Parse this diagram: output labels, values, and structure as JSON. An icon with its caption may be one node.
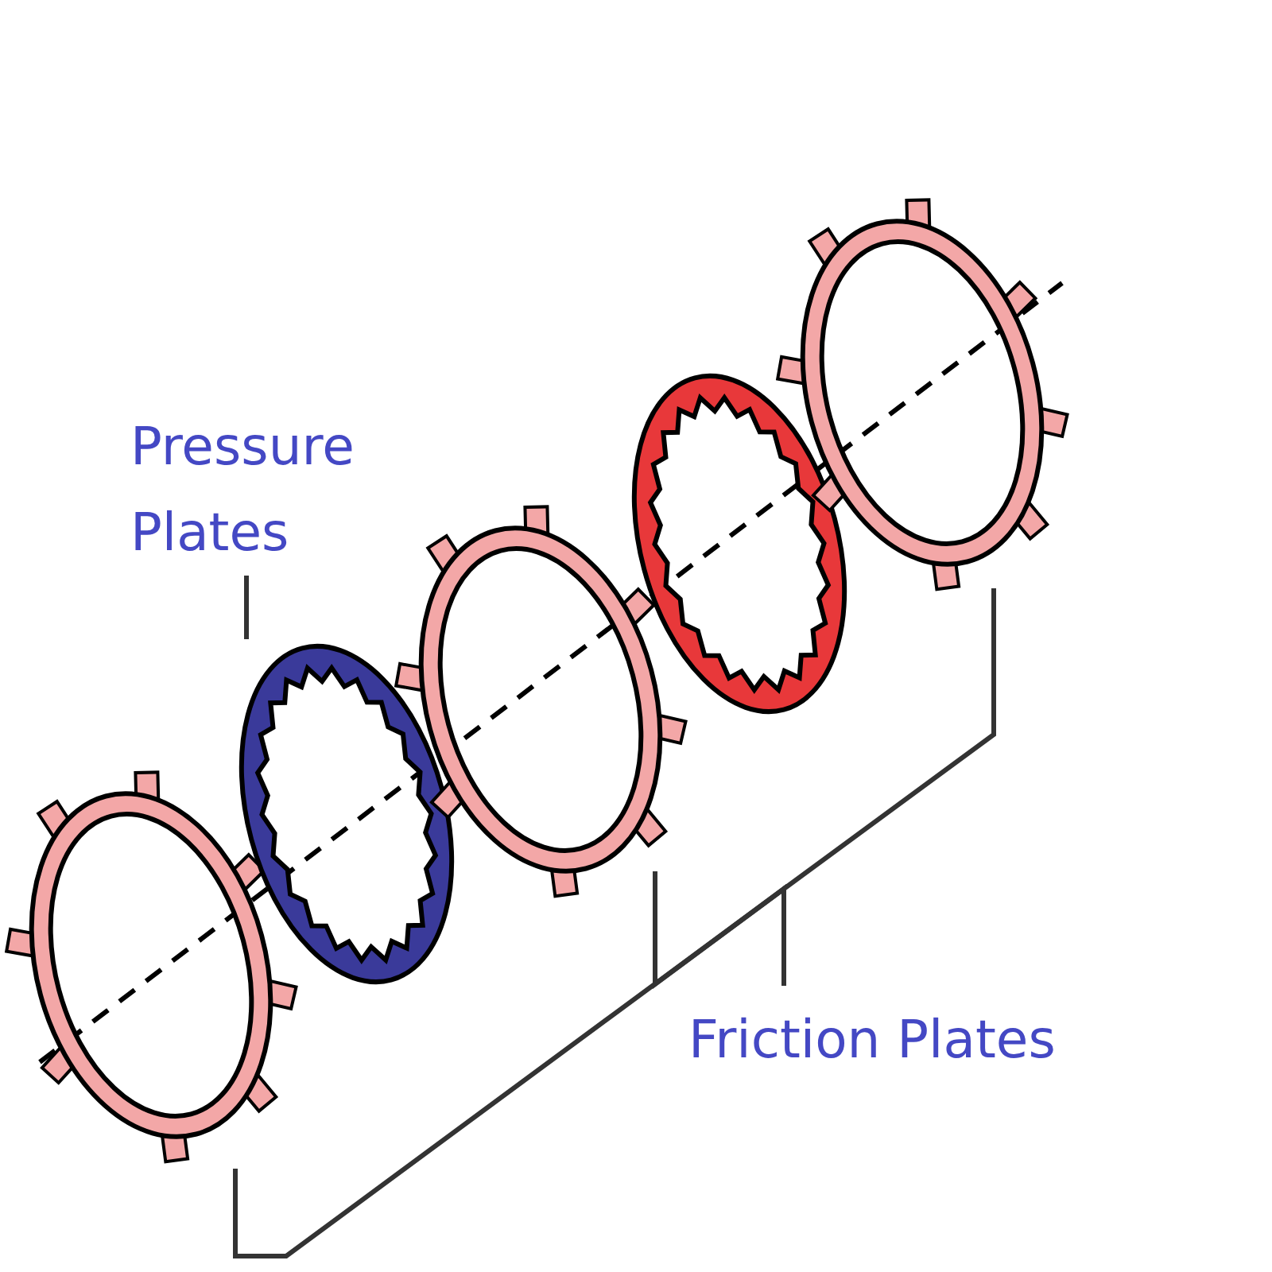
{
  "diagram": {
    "nodes": [
      {
        "text": [
          "Pressure Plates"
        ]
      },
      {
        "text": [
          "Friction Plates"
        ]
      },
      {
        "text": [],
        "shape": "picture"
      },
      {
        "text": [],
        "shape": "picture"
      },
      {
        "text": [],
        "shape": "picture"
      },
      {
        "text": [],
        "shape": "picture"
      },
      {
        "text": [],
        "shape": "picture"
      }
    ],
    "edges": [
      {
        "from": 0,
        "to": 3,
        "arrow": "none"
      },
      {
        "from": 1,
        "to": 2,
        "arrow": "none"
      },
      {
        "from": 1,
        "to": 4,
        "arrow": "none"
      },
      {
        "from": 1,
        "to": 6,
        "arrow": "none"
      }
    ]
  }
}
